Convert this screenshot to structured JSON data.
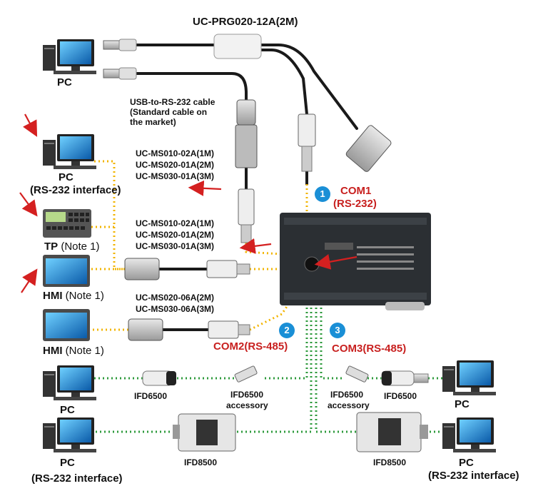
{
  "cables": {
    "usb_prg": "UC-PRG020-12A(2M)",
    "usb_rs232": "USB-to-RS-232 cable\n(Standard cable on\nthe market)",
    "ms_group_a": [
      "UC-MS010-02A(1M)",
      "UC-MS020-01A(2M)",
      "UC-MS030-01A(3M)"
    ],
    "ms_group_b": [
      "UC-MS010-02A(1M)",
      "UC-MS020-01A(2M)",
      "UC-MS030-01A(3M)"
    ],
    "ms_group_c": [
      "UC-MS020-06A(2M)",
      "UC-MS030-06A(3M)"
    ]
  },
  "devices": {
    "pc_top": "PC",
    "pc_rs232_left": {
      "name": "PC",
      "sub": "(RS-232 interface)"
    },
    "tp": {
      "name": "TP",
      "note": " (Note 1)"
    },
    "hmi_1": {
      "name": "HMI",
      "note": " (Note 1)"
    },
    "hmi_2": {
      "name": "HMI",
      "note": " (Note 1)"
    },
    "pc_ifd6500_left": "PC",
    "pc_ifd8500_left": {
      "name": "PC",
      "sub": "(RS-232 interface)"
    },
    "pc_ifd6500_right": "PC",
    "pc_ifd8500_right": {
      "name": "PC",
      "sub": "(RS-232 interface)"
    }
  },
  "ports": {
    "com1": {
      "num": "1",
      "title": "COM1",
      "sub": "(RS-232)"
    },
    "com2": {
      "num": "2",
      "title": "COM2(RS-485)"
    },
    "com3": {
      "num": "3",
      "title": "COM3(RS-485)"
    }
  },
  "converters": {
    "ifd6500_left": "IFD6500",
    "ifd6500_acc_left": [
      "IFD6500",
      "accessory"
    ],
    "ifd6500_acc_right": [
      "IFD6500",
      "accessory"
    ],
    "ifd6500_right": "IFD6500",
    "ifd8500_left": "IFD8500",
    "ifd8500_right": "IFD8500"
  },
  "colors": {
    "accent_red": "#c8201f",
    "badge_blue": "#1a8fd6",
    "rs232_line": "#f2b400",
    "rs485_line": "#2e9a3c",
    "cable_black": "#1a1a1a",
    "plc_body": "#2b2f33"
  }
}
